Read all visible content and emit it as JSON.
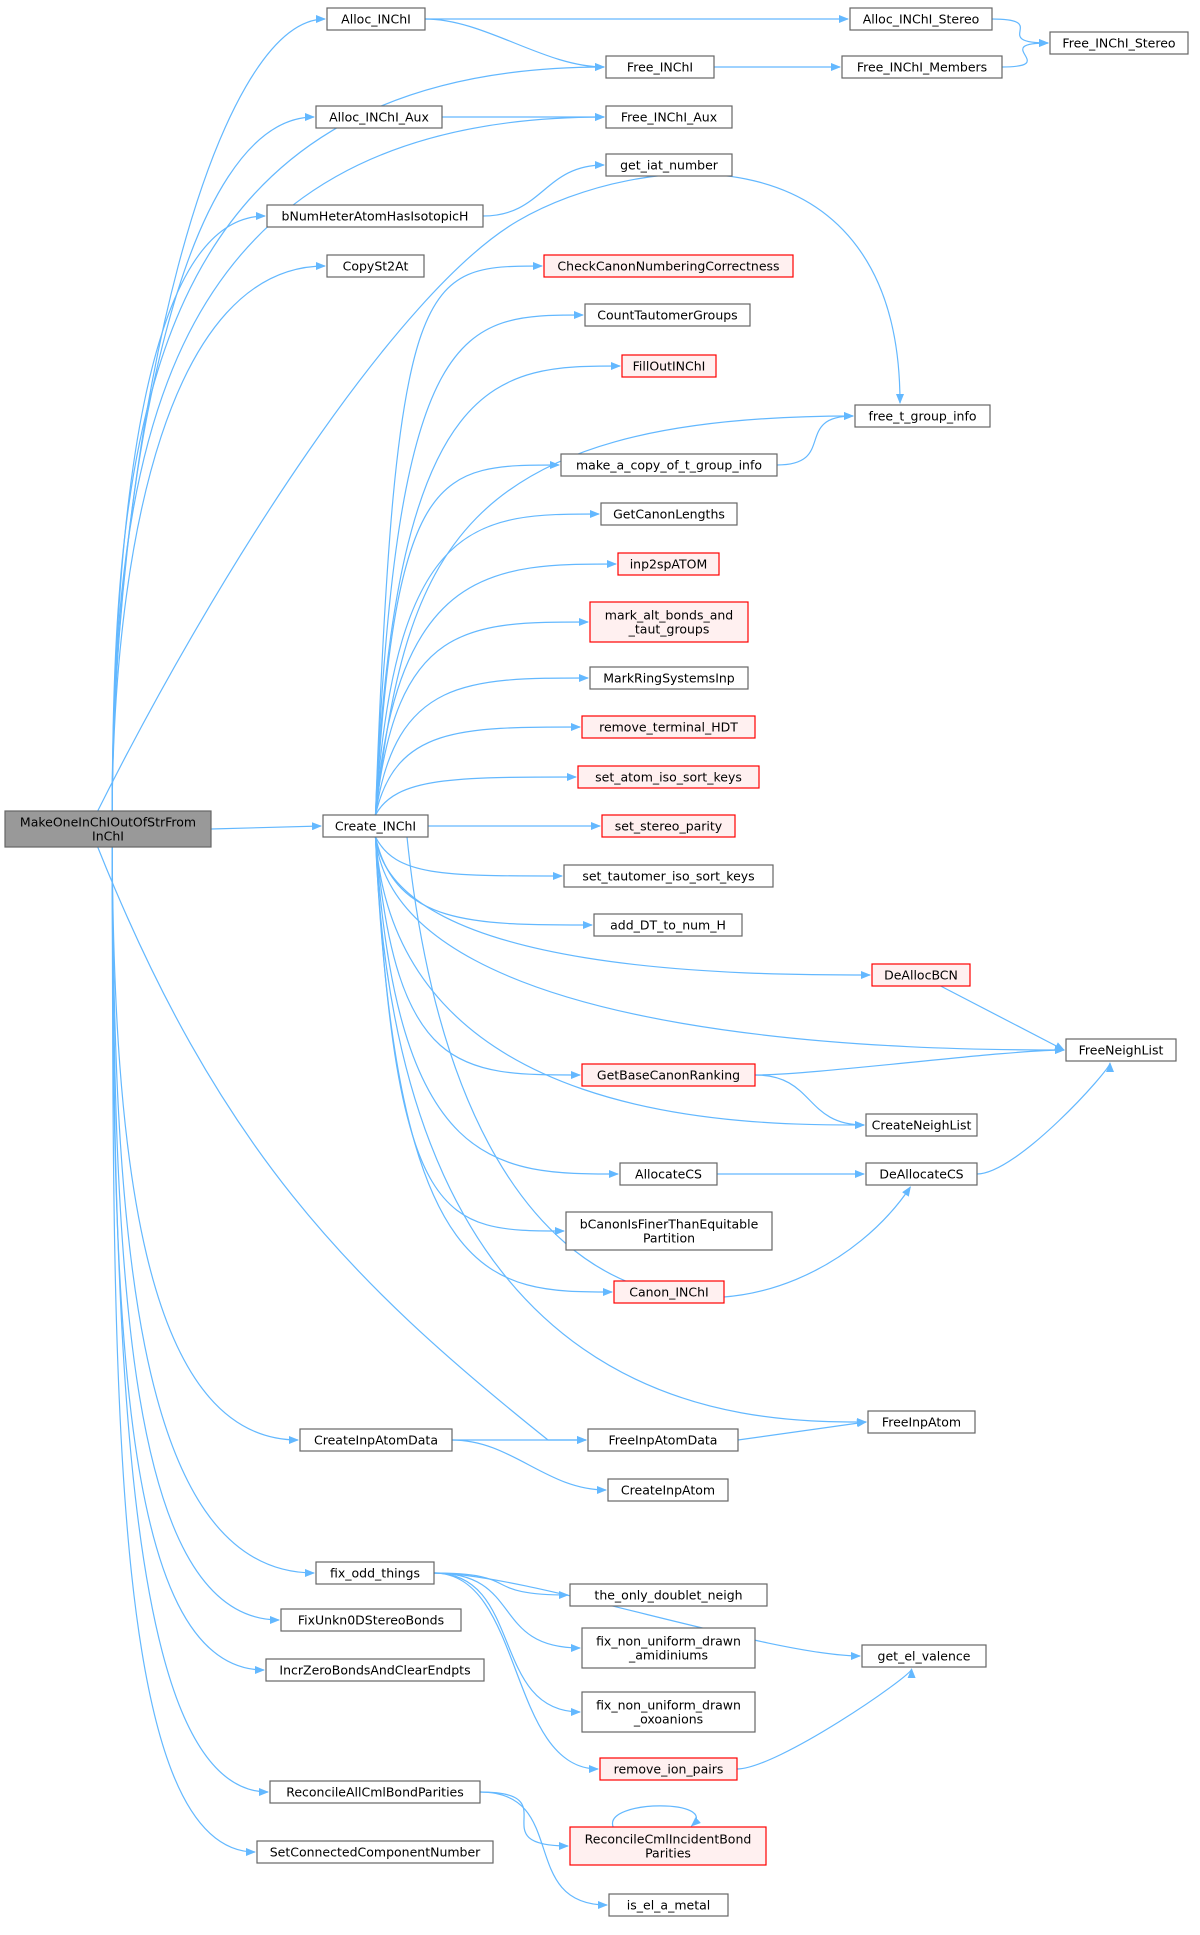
{
  "graph": {
    "root": "n0",
    "colors": {
      "edge": "#63b8ff",
      "node_border": "#666666",
      "root_fill": "#999999",
      "highlight_border": "#ff0000",
      "highlight_fill": "#fff0f0"
    },
    "nodes": [
      {
        "id": "n0",
        "lines": [
          "MakeOneInChIOutOfStrFrom",
          "InChI"
        ],
        "style": "root"
      },
      {
        "id": "n1",
        "lines": [
          "Alloc_INChI"
        ]
      },
      {
        "id": "n2",
        "lines": [
          "Alloc_INChI_Stereo"
        ]
      },
      {
        "id": "n3",
        "lines": [
          "Free_INChI_Stereo"
        ]
      },
      {
        "id": "n4",
        "lines": [
          "Free_INChI"
        ]
      },
      {
        "id": "n5",
        "lines": [
          "Free_INChI_Members"
        ]
      },
      {
        "id": "n6",
        "lines": [
          "Alloc_INChI_Aux"
        ]
      },
      {
        "id": "n7",
        "lines": [
          "Free_INChI_Aux"
        ]
      },
      {
        "id": "n8",
        "lines": [
          "bNumHeterAtomHasIsotopicH"
        ]
      },
      {
        "id": "n9",
        "lines": [
          "get_iat_number"
        ]
      },
      {
        "id": "n10",
        "lines": [
          "CopySt2At"
        ]
      },
      {
        "id": "n11",
        "lines": [
          "Create_INChI"
        ]
      },
      {
        "id": "n12",
        "lines": [
          "CheckCanonNumberingCorrectness"
        ],
        "style": "red"
      },
      {
        "id": "n13",
        "lines": [
          "CountTautomerGroups"
        ]
      },
      {
        "id": "n14",
        "lines": [
          "FillOutINChI"
        ],
        "style": "red"
      },
      {
        "id": "n15",
        "lines": [
          "free_t_group_info"
        ]
      },
      {
        "id": "n16",
        "lines": [
          "make_a_copy_of_t_group_info"
        ]
      },
      {
        "id": "n17",
        "lines": [
          "GetCanonLengths"
        ]
      },
      {
        "id": "n18",
        "lines": [
          "inp2spATOM"
        ],
        "style": "red"
      },
      {
        "id": "n19",
        "lines": [
          "mark_alt_bonds_and",
          "_taut_groups"
        ],
        "style": "red"
      },
      {
        "id": "n20",
        "lines": [
          "MarkRingSystemsInp"
        ]
      },
      {
        "id": "n21",
        "lines": [
          "remove_terminal_HDT"
        ],
        "style": "red"
      },
      {
        "id": "n22",
        "lines": [
          "set_atom_iso_sort_keys"
        ],
        "style": "red"
      },
      {
        "id": "n23",
        "lines": [
          "set_stereo_parity"
        ],
        "style": "red"
      },
      {
        "id": "n24",
        "lines": [
          "set_tautomer_iso_sort_keys"
        ]
      },
      {
        "id": "n25",
        "lines": [
          "add_DT_to_num_H"
        ]
      },
      {
        "id": "n26",
        "lines": [
          "DeAllocBCN"
        ],
        "style": "red"
      },
      {
        "id": "n27",
        "lines": [
          "FreeNeighList"
        ]
      },
      {
        "id": "n28",
        "lines": [
          "GetBaseCanonRanking"
        ],
        "style": "red"
      },
      {
        "id": "n29",
        "lines": [
          "CreateNeighList"
        ]
      },
      {
        "id": "n30",
        "lines": [
          "AllocateCS"
        ]
      },
      {
        "id": "n31",
        "lines": [
          "DeAllocateCS"
        ]
      },
      {
        "id": "n32",
        "lines": [
          "bCanonIsFinerThanEquitable",
          "Partition"
        ]
      },
      {
        "id": "n33",
        "lines": [
          "Canon_INChI"
        ],
        "style": "red"
      },
      {
        "id": "n34",
        "lines": [
          "FreeInpAtom"
        ]
      },
      {
        "id": "n35",
        "lines": [
          "CreateInpAtomData"
        ]
      },
      {
        "id": "n36",
        "lines": [
          "FreeInpAtomData"
        ]
      },
      {
        "id": "n37",
        "lines": [
          "CreateInpAtom"
        ]
      },
      {
        "id": "n38",
        "lines": [
          "fix_odd_things"
        ]
      },
      {
        "id": "n39",
        "lines": [
          "the_only_doublet_neigh"
        ]
      },
      {
        "id": "n40",
        "lines": [
          "fix_non_uniform_drawn",
          "_amidiniums"
        ]
      },
      {
        "id": "n41",
        "lines": [
          "fix_non_uniform_drawn",
          "_oxoanions"
        ]
      },
      {
        "id": "n42",
        "lines": [
          "remove_ion_pairs"
        ],
        "style": "red"
      },
      {
        "id": "n43",
        "lines": [
          "get_el_valence"
        ]
      },
      {
        "id": "n44",
        "lines": [
          "FixUnkn0DStereoBonds"
        ]
      },
      {
        "id": "n45",
        "lines": [
          "IncrZeroBondsAndClearEndpts"
        ]
      },
      {
        "id": "n46",
        "lines": [
          "ReconcileAllCmlBondParities"
        ]
      },
      {
        "id": "n47",
        "lines": [
          "ReconcileCmlIncidentBond",
          "Parities"
        ],
        "style": "red"
      },
      {
        "id": "n48",
        "lines": [
          "is_el_a_metal"
        ]
      },
      {
        "id": "n49",
        "lines": [
          "SetConnectedComponentNumber"
        ]
      }
    ],
    "edges": [
      [
        "n0",
        "n1"
      ],
      [
        "n0",
        "n4"
      ],
      [
        "n0",
        "n6"
      ],
      [
        "n0",
        "n7"
      ],
      [
        "n0",
        "n8"
      ],
      [
        "n0",
        "n10"
      ],
      [
        "n0",
        "n11"
      ],
      [
        "n0",
        "n15"
      ],
      [
        "n0",
        "n35"
      ],
      [
        "n0",
        "n36"
      ],
      [
        "n0",
        "n38"
      ],
      [
        "n0",
        "n44"
      ],
      [
        "n0",
        "n45"
      ],
      [
        "n0",
        "n46"
      ],
      [
        "n0",
        "n49"
      ],
      [
        "n1",
        "n2"
      ],
      [
        "n1",
        "n4"
      ],
      [
        "n2",
        "n3"
      ],
      [
        "n4",
        "n5"
      ],
      [
        "n5",
        "n3"
      ],
      [
        "n6",
        "n7"
      ],
      [
        "n8",
        "n9"
      ],
      [
        "n11",
        "n12"
      ],
      [
        "n11",
        "n13"
      ],
      [
        "n11",
        "n14"
      ],
      [
        "n11",
        "n15"
      ],
      [
        "n11",
        "n16"
      ],
      [
        "n11",
        "n17"
      ],
      [
        "n11",
        "n18"
      ],
      [
        "n11",
        "n19"
      ],
      [
        "n11",
        "n20"
      ],
      [
        "n11",
        "n21"
      ],
      [
        "n11",
        "n22"
      ],
      [
        "n11",
        "n23"
      ],
      [
        "n11",
        "n24"
      ],
      [
        "n11",
        "n25"
      ],
      [
        "n11",
        "n26"
      ],
      [
        "n11",
        "n27"
      ],
      [
        "n11",
        "n28"
      ],
      [
        "n11",
        "n29"
      ],
      [
        "n11",
        "n30"
      ],
      [
        "n11",
        "n32"
      ],
      [
        "n11",
        "n33"
      ],
      [
        "n11",
        "n31"
      ],
      [
        "n11",
        "n34"
      ],
      [
        "n16",
        "n15"
      ],
      [
        "n26",
        "n27"
      ],
      [
        "n28",
        "n27"
      ],
      [
        "n28",
        "n29"
      ],
      [
        "n30",
        "n31"
      ],
      [
        "n31",
        "n27"
      ],
      [
        "n35",
        "n36"
      ],
      [
        "n35",
        "n37"
      ],
      [
        "n36",
        "n34"
      ],
      [
        "n38",
        "n43"
      ],
      [
        "n38",
        "n39"
      ],
      [
        "n38",
        "n40"
      ],
      [
        "n38",
        "n41"
      ],
      [
        "n38",
        "n42"
      ],
      [
        "n42",
        "n43"
      ],
      [
        "n46",
        "n47"
      ],
      [
        "n46",
        "n48"
      ],
      [
        "n47",
        "n47"
      ]
    ]
  }
}
